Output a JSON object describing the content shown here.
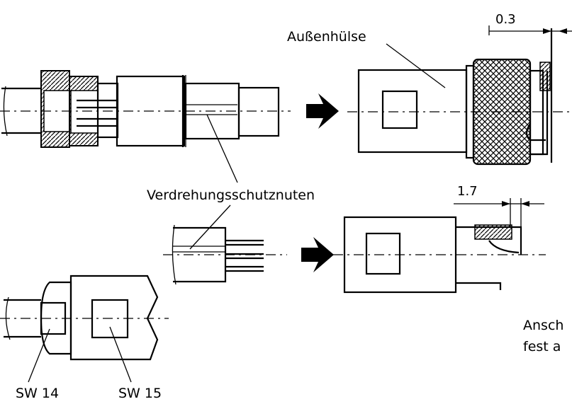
{
  "labels": {
    "outer_sleeve": "Außenhülse",
    "anti_twist_grooves": "Verdrehungsschutznuten",
    "wrench_14": "SW 14",
    "wrench_15": "SW 15",
    "note_line1": "Ansch",
    "note_line2": "fest a"
  },
  "dimensions": {
    "gap_top": "0.3",
    "gap_middle": "1.7"
  }
}
